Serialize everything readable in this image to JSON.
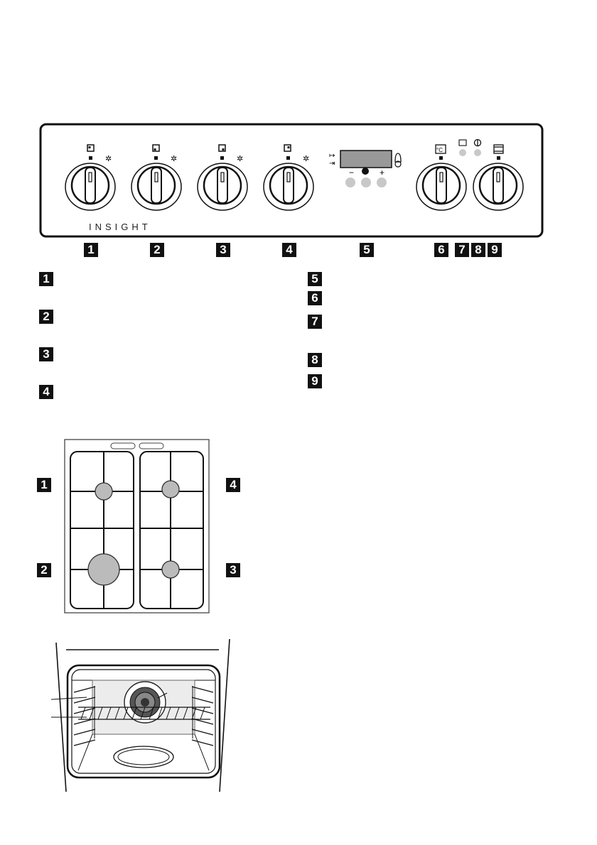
{
  "control_panel": {
    "brand": "INSIGHT",
    "knob_numbers": [
      "1",
      "2",
      "3",
      "4",
      "5",
      "6",
      "7",
      "8",
      "9"
    ],
    "timer_buttons": {
      "minus": "−",
      "plus": "+"
    },
    "oven_temp_symbol": "°C"
  },
  "legend": {
    "left": [
      "1",
      "2",
      "3",
      "4"
    ],
    "right": [
      "5",
      "6",
      "7",
      "8",
      "9"
    ]
  },
  "hob": {
    "labels": [
      "1",
      "4",
      "2",
      "3"
    ]
  }
}
